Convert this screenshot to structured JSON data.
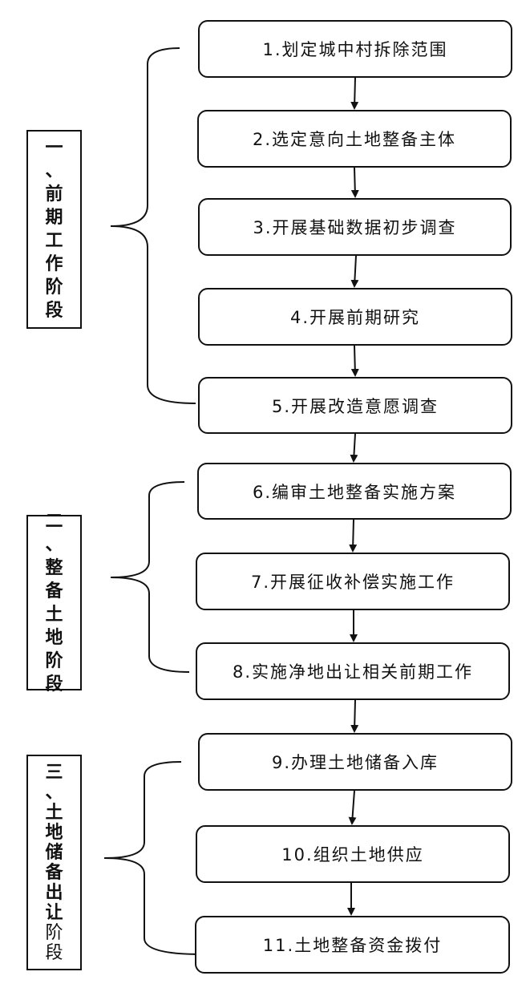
{
  "phases": [
    {
      "chars": [
        "一",
        "、",
        "前",
        "期",
        "工",
        "作",
        "阶",
        "段"
      ]
    },
    {
      "chars": [
        "二",
        "、",
        "整",
        "备",
        "土",
        "地",
        "阶",
        "段"
      ]
    },
    {
      "chars": [
        "三",
        "、",
        "土",
        "地",
        "储",
        "备",
        "出",
        "让",
        "阶",
        "段"
      ]
    }
  ],
  "steps": [
    {
      "label": "1.划定城中村拆除范围"
    },
    {
      "label": "2.选定意向土地整备主体"
    },
    {
      "label": "3.开展基础数据初步调查"
    },
    {
      "label": "4.开展前期研究"
    },
    {
      "label": "5.开展改造意愿调查"
    },
    {
      "label": "6.编审土地整备实施方案"
    },
    {
      "label": "7.开展征收补偿实施工作"
    },
    {
      "label": "8.实施净地出让相关前期工作"
    },
    {
      "label": "9.办理土地储备入库"
    },
    {
      "label": "10.组织土地供应"
    },
    {
      "label": "11.土地整备资金拨付"
    }
  ]
}
